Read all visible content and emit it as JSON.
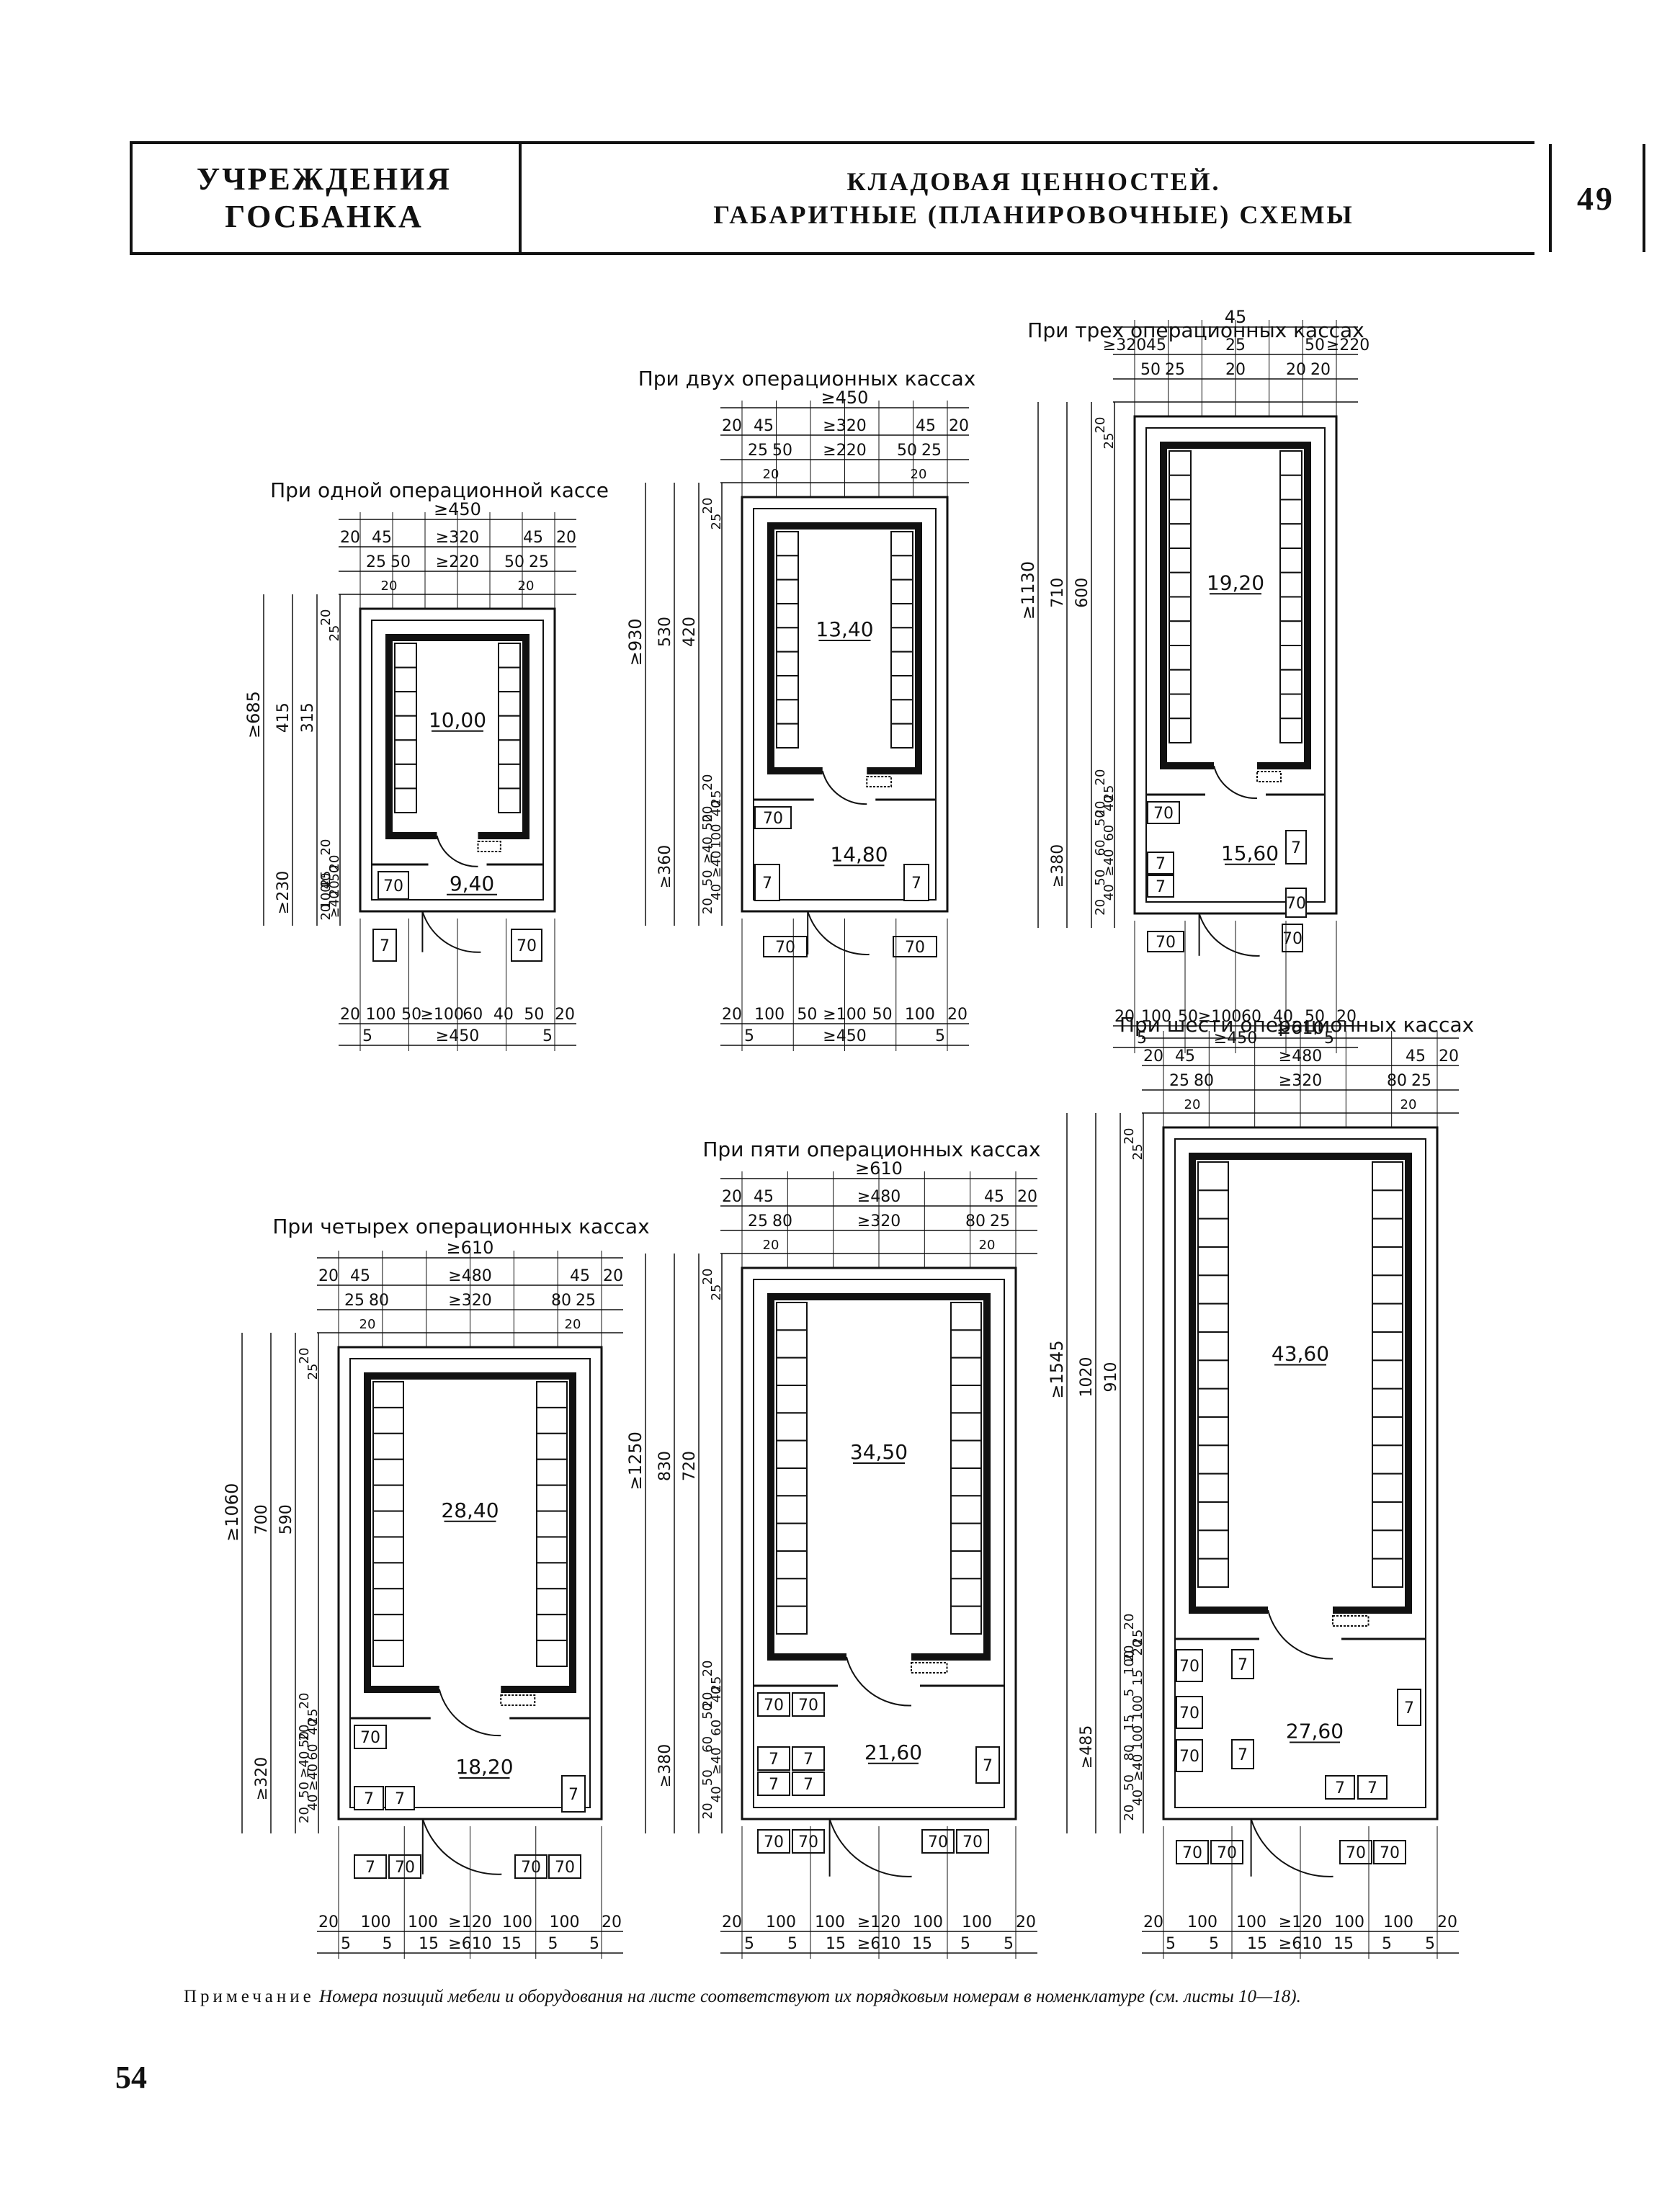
{
  "header": {
    "left_lines": [
      "УЧРЕЖДЕНИЯ",
      "ГОСБАНКА"
    ],
    "center_lines": [
      "КЛАДОВАЯ ЦЕННОСТЕЙ.",
      "ГАБАРИТНЫЕ (ПЛАНИРОВОЧНЫЕ) СХЕМЫ"
    ],
    "sheet_number": "49"
  },
  "plans": [
    {
      "caption": "При одной операционной кассе",
      "vault_area": "10,00",
      "anteroom_area": "9,40",
      "top_dims": [
        "≥450",
        "20",
        "45",
        "≥320",
        "45",
        "20",
        "25",
        "50",
        "≥220",
        "50",
        "25",
        "20",
        "20"
      ],
      "left_dims": [
        "≥685",
        "415",
        "315",
        "≥230",
        "20",
        "25",
        "20",
        "20",
        "25",
        "50",
        "40",
        "20",
        "100",
        "≥40",
        "20"
      ],
      "bottom_dims": [
        "20",
        "100",
        "50",
        "≥100",
        "60",
        "40",
        "50",
        "20",
        "5",
        "≥450",
        "5"
      ],
      "items": [
        "70",
        "7",
        "70"
      ]
    },
    {
      "caption": "При двух операционных кассах",
      "vault_area": "13,40",
      "anteroom_area": "14,80",
      "top_dims": [
        "≥450",
        "20",
        "45",
        "≥320",
        "45",
        "20",
        "25",
        "50",
        "≥220",
        "50",
        "25",
        "20",
        "20"
      ],
      "left_dims": [
        "≥930",
        "530",
        "420",
        "≥360",
        "20",
        "25",
        "20",
        "25",
        "20",
        "40",
        "50",
        "100",
        "≥40",
        "≥40",
        "50",
        "40",
        "20"
      ],
      "bottom_dims": [
        "20",
        "100",
        "50",
        "≥100",
        "50",
        "100",
        "20",
        "5",
        "≥450",
        "5"
      ],
      "items": [
        "70",
        "7",
        "7",
        "70",
        "70"
      ]
    },
    {
      "caption": "При трех операционных кассах",
      "vault_area": "19,20",
      "anteroom_area": "15,60",
      "top_dims": [
        "45",
        "≥320",
        "45",
        "25",
        "50",
        "≥220",
        "50",
        "25",
        "20",
        "20",
        "20"
      ],
      "left_dims": [
        "≥1130",
        "710",
        "600",
        "≥380",
        "20",
        "25",
        "20",
        "25",
        "20",
        "40",
        "50",
        "60",
        "60",
        "≥40",
        "50",
        "40",
        "20"
      ],
      "bottom_dims": [
        "20",
        "100",
        "50",
        "≥100",
        "60",
        "40",
        "50",
        "20",
        "5",
        "≥450",
        "5"
      ],
      "items": [
        "70",
        "7",
        "7",
        "7",
        "70",
        "70",
        "70"
      ]
    },
    {
      "caption": "При четырех операционных кассах",
      "vault_area": "28,40",
      "anteroom_area": "18,20",
      "top_dims": [
        "≥610",
        "20",
        "45",
        "≥480",
        "45",
        "20",
        "25",
        "80",
        "≥320",
        "80",
        "25",
        "20",
        "20"
      ],
      "left_dims": [
        "≥1060",
        "700",
        "590",
        "≥320",
        "20",
        "25",
        "20",
        "25",
        "20",
        "40",
        "50",
        "60",
        "≥40",
        "≥40",
        "50",
        "40",
        "20"
      ],
      "bottom_dims": [
        "20",
        "100",
        "100",
        "≥120",
        "100",
        "100",
        "20",
        "5",
        "5",
        "15",
        "≥610",
        "15",
        "5",
        "5"
      ],
      "items": [
        "70",
        "7",
        "7",
        "7",
        "7",
        "70",
        "70",
        "70",
        "70"
      ]
    },
    {
      "caption": "При пяти операционных кассах",
      "vault_area": "34,50",
      "anteroom_area": "21,60",
      "top_dims": [
        "≥610",
        "20",
        "45",
        "≥480",
        "45",
        "20",
        "25",
        "80",
        "≥320",
        "80",
        "25",
        "20",
        "20"
      ],
      "left_dims": [
        "≥1250",
        "830",
        "720",
        "≥380",
        "20",
        "25",
        "20",
        "25",
        "20",
        "40",
        "50",
        "60",
        "60",
        "≥40",
        "50",
        "40",
        "20"
      ],
      "bottom_dims": [
        "20",
        "100",
        "100",
        "≥120",
        "100",
        "100",
        "20",
        "5",
        "5",
        "15",
        "≥610",
        "15",
        "5",
        "5"
      ],
      "items": [
        "70",
        "70",
        "7",
        "7",
        "7",
        "7",
        "7",
        "70",
        "70",
        "70",
        "70"
      ]
    },
    {
      "caption": "При шести операционных кассах",
      "vault_area": "43,60",
      "anteroom_area": "27,60",
      "top_dims": [
        "≥610",
        "20",
        "45",
        "≥480",
        "45",
        "20",
        "25",
        "80",
        "≥320",
        "80",
        "25",
        "20",
        "20"
      ],
      "left_dims": [
        "≥1545",
        "1020",
        "910",
        "≥485",
        "20",
        "25",
        "20",
        "25",
        "20",
        "20",
        "100",
        "15",
        "5",
        "100",
        "15",
        "100",
        "80",
        "≥40",
        "50",
        "40",
        "20"
      ],
      "bottom_dims": [
        "20",
        "100",
        "100",
        "≥120",
        "100",
        "100",
        "20",
        "5",
        "5",
        "15",
        "≥610",
        "15",
        "5",
        "5"
      ],
      "items": [
        "70",
        "7",
        "70",
        "70",
        "7",
        "7",
        "7",
        "7",
        "70",
        "70",
        "70",
        "70"
      ]
    }
  ],
  "note": {
    "label": "Примечание",
    "text": "Номера позиций мебели и оборудования на листе соответствуют их порядковым номерам в номенклатуре (см. листы 10—18)."
  },
  "page_number": "54"
}
